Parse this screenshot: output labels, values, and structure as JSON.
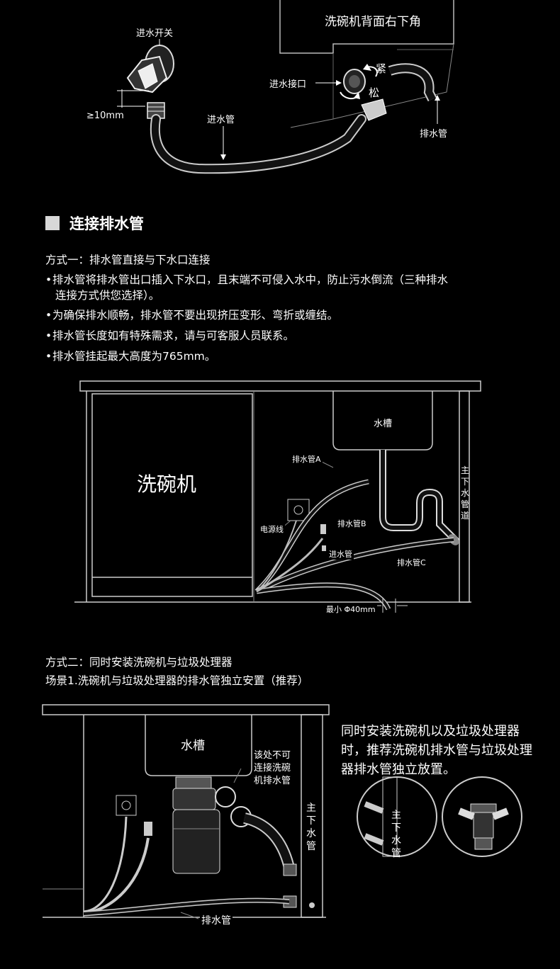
{
  "top_diagram": {
    "corner_title": "洗碗机背面右下角",
    "valve_label": "进水开关",
    "gap_label": "≥10mm",
    "inlet_hose_label": "进水管",
    "inlet_port_label": "进水接口",
    "tighten_label": "紧",
    "loosen_label": "松",
    "drain_hose_label": "排水管"
  },
  "section": {
    "title": "连接排水管"
  },
  "method1": {
    "heading": "方式一：排水管直接与下水口连接",
    "bullets": [
      "排水管将排水管出口插入下水口，且末端不可侵入水中，防止污水倒流（三种排水",
      "为确保排水顺畅，排水管不要出现挤压变形、弯折或缠结。",
      "排水管长度如有特殊需求，请与可客服人员联系。",
      "排水管挂起最大高度为765mm。"
    ],
    "bullet1_cont": "连接方式供您选择）。"
  },
  "diagram2": {
    "dishwasher_label": "洗碗机",
    "sink_label": "水槽",
    "drain_a": "排水管A",
    "drain_b": "排水管B",
    "drain_c": "排水管C",
    "power_cord": "电源线",
    "inlet_hose": "进水管",
    "min_diameter": "最小 Φ40mm",
    "main_pipe": "主下水管道"
  },
  "method2": {
    "heading": "方式二：同时安装洗碗机与垃圾处理器",
    "scenario": "场景1.洗碗机与垃圾处理器的排水管独立安置（推荐）"
  },
  "diagram3": {
    "sink_label": "水槽",
    "warning_label": [
      "该处不可",
      "连接洗碗",
      "机排水管"
    ],
    "main_pipe": "主下水管",
    "drain_hose": "排水管",
    "note": "同时安装洗碗机以及垃圾处理器时，推荐洗碗机排水管与垃圾处理器排水管独立放置。",
    "circle_label": "主下水管"
  }
}
